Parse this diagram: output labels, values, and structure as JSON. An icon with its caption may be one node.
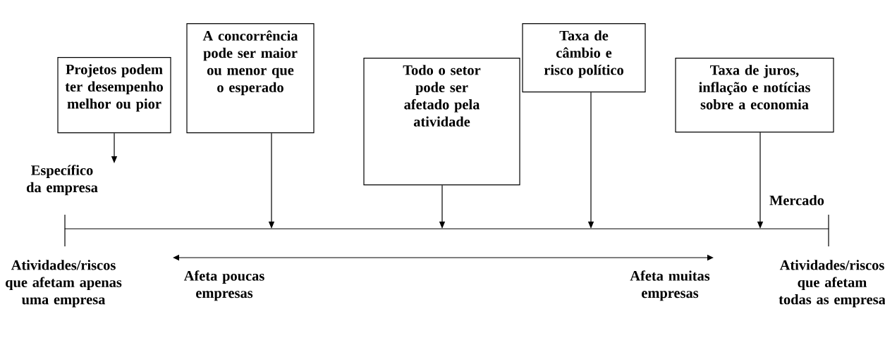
{
  "diagram": {
    "nodes": [
      {
        "text": [
          "Projetos podem ter desempenho melhor ou pior"
        ]
      },
      {
        "text": [
          "A concorrência pode ser maior ou menor que o esperado"
        ]
      },
      {
        "text": [
          "Todo o setor pode ser afetado pela atividade"
        ]
      },
      {
        "text": [
          "Taxa de câmbio e risco político"
        ]
      },
      {
        "text": [
          "Taxa de juros, inflação e notícias sobre a economia"
        ]
      },
      {
        "text": [
          "Específico da empresa"
        ]
      },
      {
        "text": [],
        "shape": "line"
      }
    ],
    "edges": [
      {
        "from": 0,
        "to": 5,
        "arrow": "to"
      },
      {
        "from": 1,
        "to": 6,
        "arrow": "to"
      },
      {
        "from": 2,
        "to": 6,
        "arrow": "to"
      },
      {
        "from": 3,
        "to": 6,
        "arrow": "to"
      },
      {
        "from": 4,
        "to": 6,
        "arrow": "to"
      }
    ],
    "labels": [
      "Mercado",
      "Atividades/riscos que afetam apenas uma empresa",
      "Afeta poucas empresas",
      "Afeta muitas empresas",
      "Atividades/riscos que afetam todas as empresa"
    ]
  }
}
